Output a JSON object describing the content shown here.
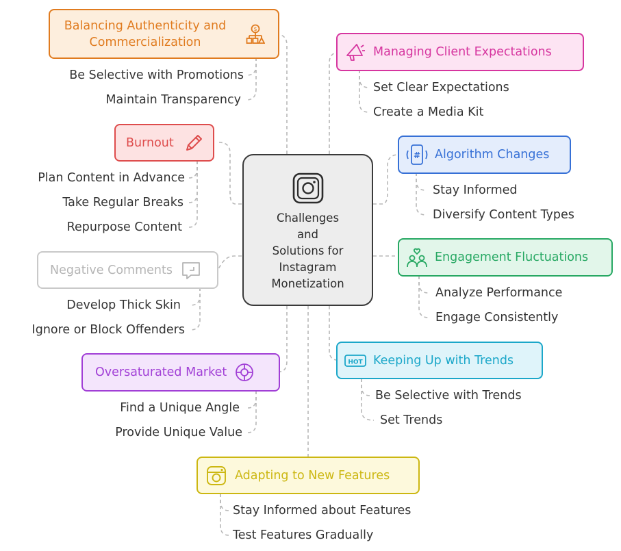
{
  "center": {
    "title_lines": [
      "Challenges",
      "and",
      "Solutions for",
      "Instagram",
      "Monetization"
    ],
    "icon": "instagram-icon"
  },
  "topics": [
    {
      "key": "authenticity",
      "label_lines": [
        "Balancing Authenticity and",
        "Commercialization"
      ],
      "icon": "hierarchy-icon",
      "color": "#e07b1f",
      "bg": "#fdeedd",
      "items": [
        "Be Selective with Promotions",
        "Maintain Transparency"
      ]
    },
    {
      "key": "client",
      "label": "Managing Client Expectations",
      "icon": "megaphone-icon",
      "color": "#d6359f",
      "bg": "#fde4f3",
      "items": [
        "Set Clear Expectations",
        "Create a Media Kit"
      ]
    },
    {
      "key": "burnout",
      "label": "Burnout",
      "icon": "pencil-icon",
      "color": "#de4c4c",
      "bg": "#fde2e2",
      "items": [
        "Plan Content in Advance",
        "Take Regular Breaks",
        "Repurpose Content"
      ]
    },
    {
      "key": "algorithm",
      "label": "Algorithm Changes",
      "icon": "phone-hashtag-icon",
      "color": "#3670d6",
      "bg": "#e4edfc",
      "items": [
        "Stay Informed",
        "Diversify Content Types"
      ]
    },
    {
      "key": "engagement",
      "label": "Engagement Fluctuations",
      "icon": "people-heart-icon",
      "color": "#27a863",
      "bg": "#e2f6ea",
      "items": [
        "Analyze Performance",
        "Engage Consistently"
      ]
    },
    {
      "key": "negative",
      "label": "Negative Comments",
      "icon": "comment-icon",
      "color": "#b5b5b5",
      "bg": "#ffffff",
      "items": [
        "Develop Thick Skin",
        "Ignore or Block Offenders"
      ]
    },
    {
      "key": "trends",
      "label": "Keeping Up with Trends",
      "icon": "hot-badge-icon",
      "color": "#1ba7c9",
      "bg": "#dff4fa",
      "items": [
        "Be Selective with Trends",
        "Set Trends"
      ]
    },
    {
      "key": "oversaturated",
      "label": "Oversaturated Market",
      "icon": "target-icon",
      "color": "#a13fd6",
      "bg": "#f4e5fc",
      "items": [
        "Find a Unique Angle",
        "Provide Unique Value"
      ]
    },
    {
      "key": "features",
      "label": "Adapting to New Features",
      "icon": "camera-icon",
      "color": "#ccb711",
      "bg": "#fdf9dc",
      "items": [
        "Stay Informed about Features",
        "Test Features Gradually"
      ]
    }
  ]
}
